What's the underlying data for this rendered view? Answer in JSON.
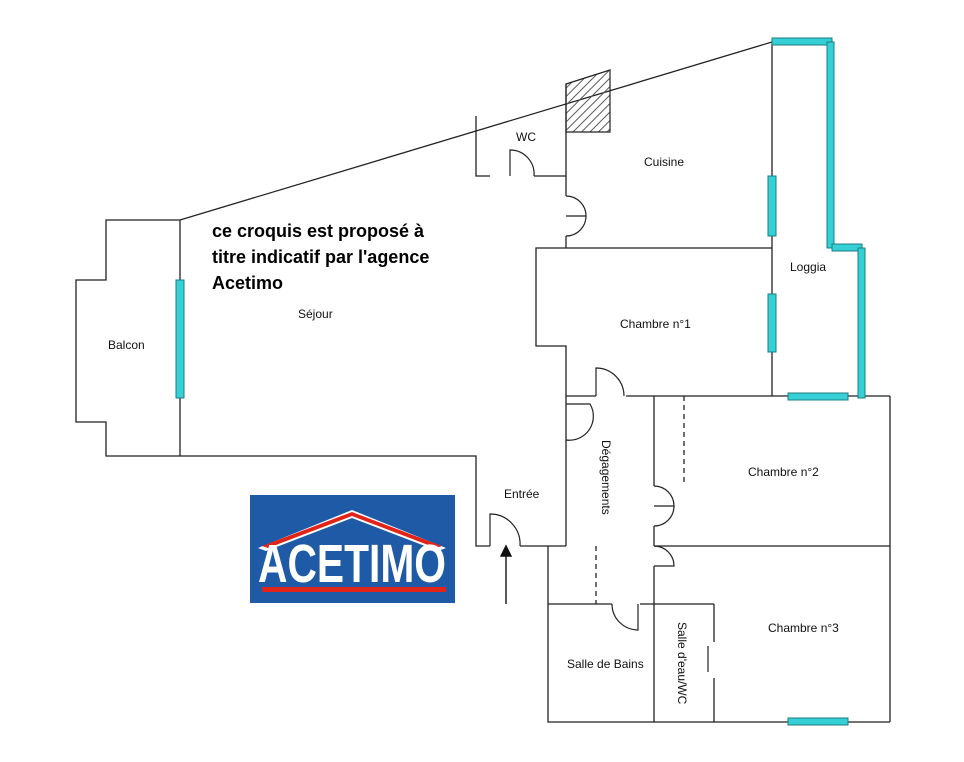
{
  "disclaimer": {
    "line1": "ce croquis est proposé à",
    "line2": "titre indicatif par l'agence",
    "line3": "Acetimo"
  },
  "rooms": {
    "wc": "WC",
    "cuisine": "Cuisine",
    "loggia": "Loggia",
    "balcon": "Balcon",
    "sejour": "Séjour",
    "chambre1": "Chambre n°1",
    "degagements": "Dégagements",
    "chambre2": "Chambre n°2",
    "entree": "Entrée",
    "chambre3": "Chambre n°3",
    "salle_de_bains": "Salle de Bains",
    "salle_eau_wc": "Salle d'eau/WC"
  },
  "logo": {
    "text": "ACETIMO",
    "bg_color": "#1f5aa6",
    "roof_color": "#e2231a"
  },
  "colors": {
    "window": "#35d0d6",
    "wall": "#222222",
    "hatch": "#555555"
  }
}
